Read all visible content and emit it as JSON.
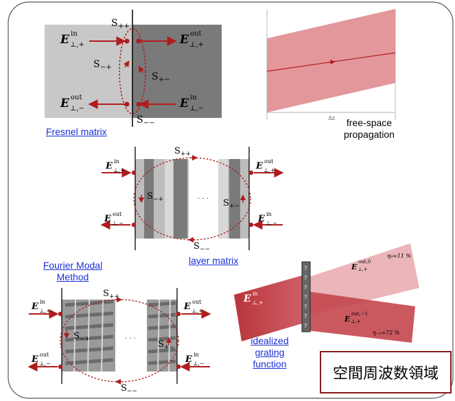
{
  "captions": {
    "fresnel": "Fresnel matrix",
    "free_space_line1": "free-space",
    "free_space_line2": "propagation",
    "layer": "layer matrix",
    "fourier_line1": "Fourier Modal",
    "fourier_line2": "Method",
    "grating_line1": "idealized",
    "grating_line2": "grating",
    "grating_line3": "function"
  },
  "badge": "空間周波数領域",
  "symbols": {
    "s_pp": "S",
    "sub_pp": "++",
    "sub_mp": "−+",
    "sub_pm": "+−",
    "sub_mm": "−−",
    "E": "E",
    "perp_plus": "⊥,+",
    "perp_minus": "⊥,−",
    "in": "in",
    "out": "out",
    "ellipsis": "· · ·",
    "dz": "Δz",
    "out0": "out,0",
    "outm1": "out,−1",
    "eta0": "η₀=11 %",
    "etam1": "η₋₁=72 %",
    "q": "?"
  },
  "colors": {
    "red": "#b01c1c",
    "dark_gray": "#7a7a7a",
    "light_gray": "#c8c8c8",
    "beam_pink": "#e08c90",
    "frame": "#555555",
    "link": "#1a2fd6"
  }
}
